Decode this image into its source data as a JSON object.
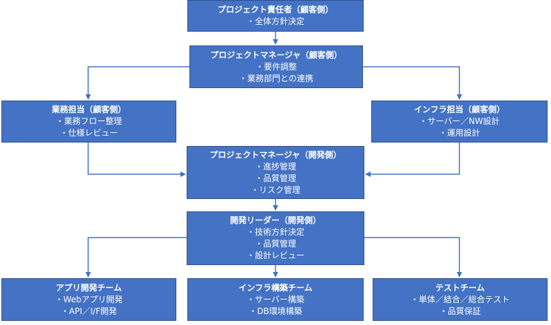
{
  "accent": "#4472c4",
  "connector_color": "#4472c4",
  "nodes": {
    "pm_client_owner": {
      "title": "プロジェクト責任者（顧客側）",
      "items": [
        "・全体方針決定"
      ]
    },
    "pm_client": {
      "title": "プロジェクトマネージャ（顧客側）",
      "items": [
        "・要件調整",
        "・業務部門との連携"
      ]
    },
    "biz_owner": {
      "title": "業務担当（顧客側）",
      "items": [
        "・業務フロー整理",
        "・仕様レビュー"
      ]
    },
    "infra_owner": {
      "title": "インフラ担当（顧客側）",
      "items": [
        "・サーバー／NW設計",
        "・運用設計"
      ]
    },
    "pm_dev": {
      "title": "プロジェクトマネージャ（開発側）",
      "items": [
        "・進捗管理",
        "・品質管理",
        "・リスク管理"
      ]
    },
    "dev_leader": {
      "title": "開発リーダー（開発側）",
      "items": [
        "・技術方針決定",
        "・品質管理",
        "・設計レビュー"
      ]
    },
    "app_team": {
      "title": "アプリ開発チーム",
      "items": [
        "・Webアプリ開発",
        "・API／I/F開発"
      ]
    },
    "infra_team": {
      "title": "インフラ構築チーム",
      "items": [
        "・サーバー構築",
        "・DB環境構築"
      ]
    },
    "test_team": {
      "title": "テストチーム",
      "items": [
        "・単体／結合／総合テスト",
        "・品質保証"
      ]
    }
  }
}
